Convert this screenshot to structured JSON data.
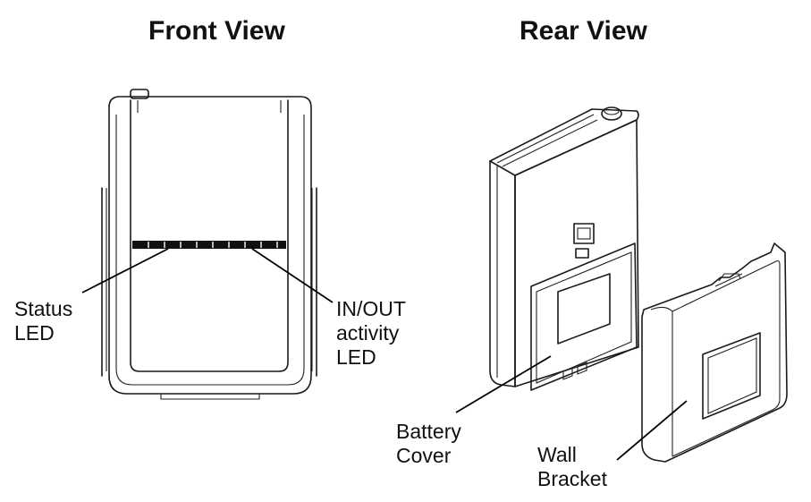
{
  "titles": {
    "front": "Front View",
    "rear": "Rear View"
  },
  "labels": {
    "status_led": [
      "Status",
      "LED"
    ],
    "inout_led": [
      "IN/OUT",
      "activity",
      "LED"
    ],
    "battery_cover": [
      "Battery",
      "Cover"
    ],
    "wall_bracket": [
      "Wall",
      "Bracket"
    ]
  }
}
